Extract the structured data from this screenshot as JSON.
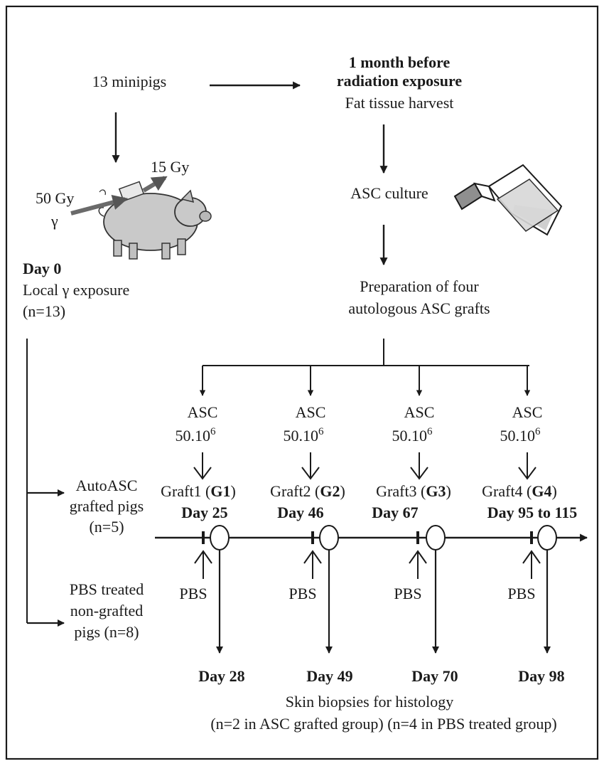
{
  "top": {
    "minipigs": "13 minipigs",
    "month_line1": "1 month before",
    "month_line2": "radiation exposure",
    "harvest": "Fat tissue harvest",
    "culture": "ASC culture",
    "prep_line1": "Preparation of four",
    "prep_line2": "autologous  ASC grafts"
  },
  "irradiation": {
    "dose_high": "50 Gy",
    "dose_low": "15 Gy",
    "gamma": "γ"
  },
  "day0": {
    "title": "Day 0",
    "line1": "Local γ exposure",
    "line2": "(n=13)"
  },
  "groups": {
    "asc_line1": "AutoASC",
    "asc_line2": "grafted pigs",
    "asc_line3": "(n=5)",
    "pbs_line1": "PBS treated",
    "pbs_line2": "non-grafted",
    "pbs_line3": "pigs (n=8)"
  },
  "grafts": [
    {
      "asc": "ASC",
      "dose_base": "50.10",
      "dose_exp": "6",
      "graft_prefix": "Graft1 (",
      "graft_code": "G1",
      "graft_suffix": ")",
      "day": "Day 25",
      "pbs": "PBS",
      "biopsy_day": "Day 28"
    },
    {
      "asc": "ASC",
      "dose_base": "50.10",
      "dose_exp": "6",
      "graft_prefix": "Graft2 (",
      "graft_code": "G2",
      "graft_suffix": ")",
      "day": "Day 46",
      "pbs": "PBS",
      "biopsy_day": "Day 49"
    },
    {
      "asc": "ASC",
      "dose_base": "50.10",
      "dose_exp": "6",
      "graft_prefix": "Graft3 (",
      "graft_code": "G3",
      "graft_suffix": ")",
      "day": "Day 67",
      "pbs": "PBS",
      "biopsy_day": "Day 70"
    },
    {
      "asc": "ASC",
      "dose_base": "50.10",
      "dose_exp": "6",
      "graft_prefix": "Graft4 (",
      "graft_code": "G4",
      "graft_suffix": ")",
      "day": "Day 95 to 115",
      "pbs": "PBS",
      "biopsy_day": "Day 98"
    }
  ],
  "footer": {
    "line1": "Skin biopsies for histology",
    "line2": "(n=2 in ASC grafted group) (n=4 in PBS treated group)"
  }
}
